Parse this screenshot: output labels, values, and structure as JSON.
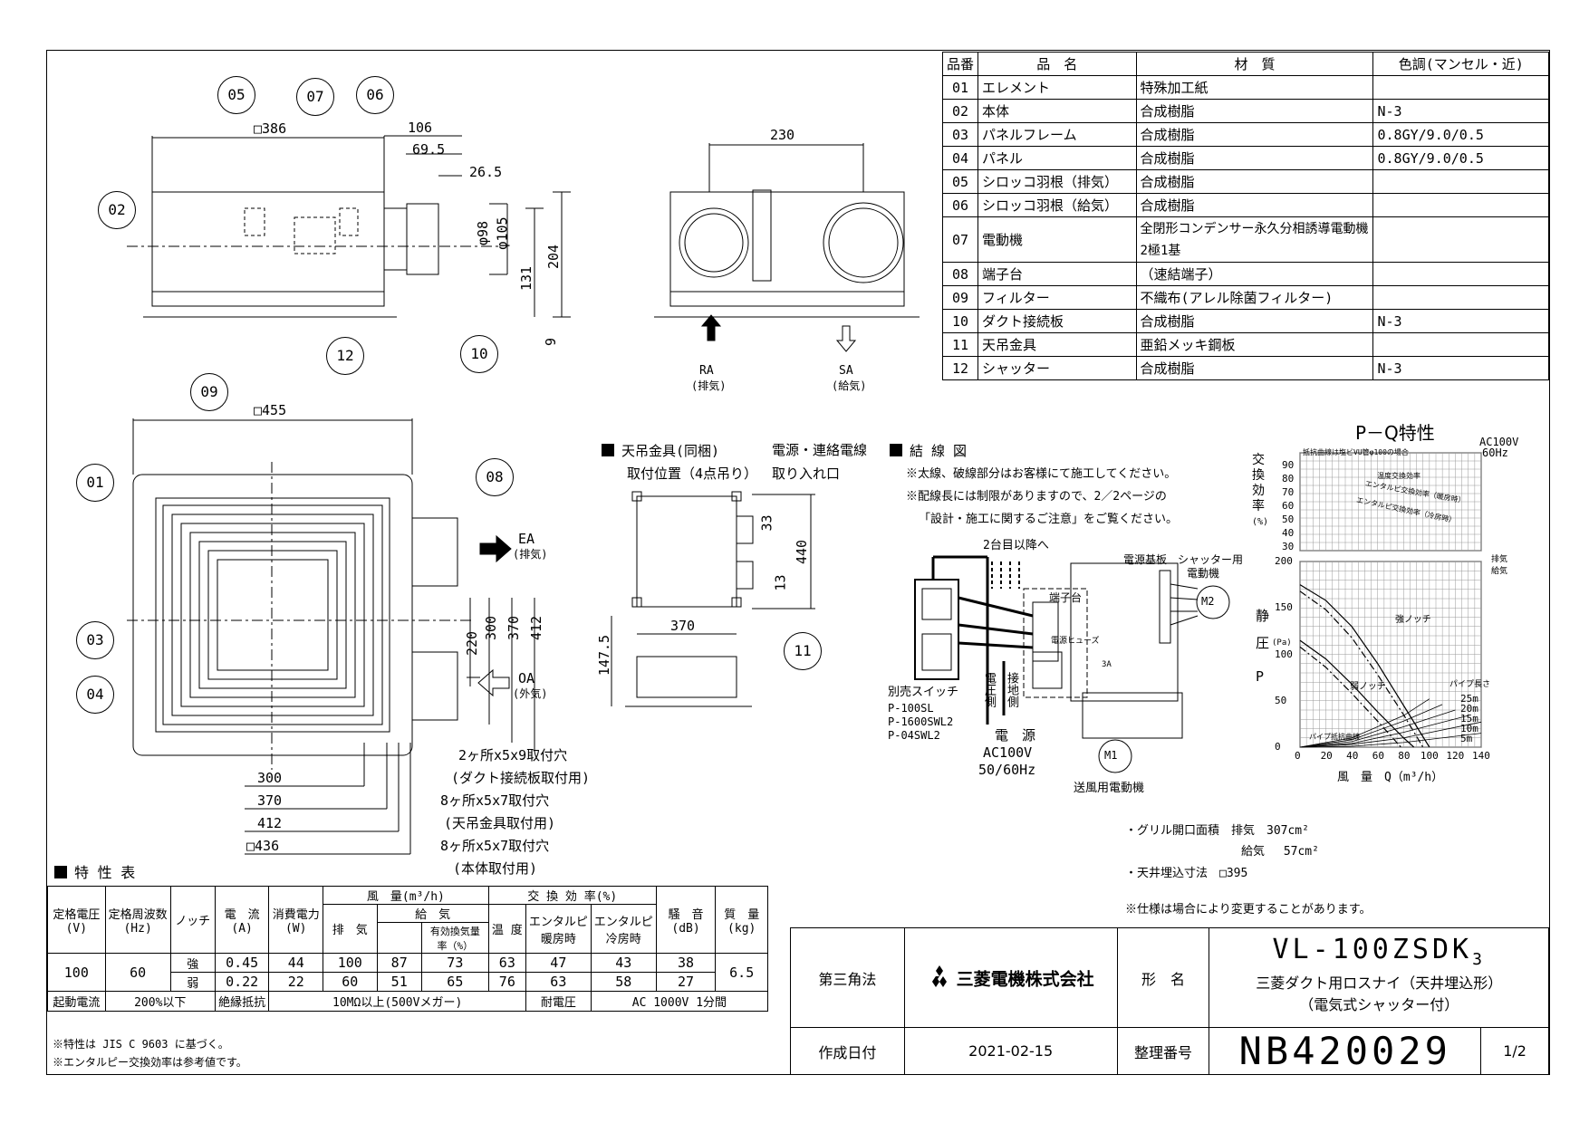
{
  "parts_table": {
    "headers": [
      "品番",
      "品　名",
      "材　質",
      "色調(マンセル・近)"
    ],
    "rows": [
      {
        "no": "01",
        "name": "エレメント",
        "material": "特殊加工紙",
        "color": ""
      },
      {
        "no": "02",
        "name": "本体",
        "material": "合成樹脂",
        "color": "N-3"
      },
      {
        "no": "03",
        "name": "パネルフレーム",
        "material": "合成樹脂",
        "color": "0.8GY/9.0/0.5"
      },
      {
        "no": "04",
        "name": "パネル",
        "material": "合成樹脂",
        "color": "0.8GY/9.0/0.5"
      },
      {
        "no": "05",
        "name": "シロッコ羽根（排気）",
        "material": "合成樹脂",
        "color": ""
      },
      {
        "no": "06",
        "name": "シロッコ羽根（給気）",
        "material": "合成樹脂",
        "color": ""
      },
      {
        "no": "07",
        "name": "電動機",
        "material": "全閉形コンデンサー永久分相誘導電動機",
        "material2": "2極1基",
        "color": ""
      },
      {
        "no": "08",
        "name": "端子台",
        "material": "（速結端子）",
        "color": ""
      },
      {
        "no": "09",
        "name": "フィルター",
        "material": "不織布(アレル除菌フィルター)",
        "color": ""
      },
      {
        "no": "10",
        "name": "ダクト接続板",
        "material": "合成樹脂",
        "color": "N-3"
      },
      {
        "no": "11",
        "name": "天吊金具",
        "material": "亜鉛メッキ鋼板",
        "color": ""
      },
      {
        "no": "12",
        "name": "シャッター",
        "material": "合成樹脂",
        "color": "N-3"
      }
    ]
  },
  "side_view": {
    "callouts": [
      "05",
      "07",
      "06",
      "02",
      "12",
      "10"
    ],
    "dims": [
      "□386",
      "106",
      "69.5",
      "26.5",
      "φ98",
      "φ105",
      "131",
      "204",
      "9"
    ]
  },
  "front_view": {
    "dims": [
      "230"
    ],
    "ra_label": "RA",
    "ra_sub": "(排気)",
    "sa_label": "SA",
    "sa_sub": "(給気)"
  },
  "plan_view": {
    "callouts": [
      "09",
      "01",
      "08",
      "03",
      "04"
    ],
    "dims": [
      "□455",
      "220",
      "300",
      "370",
      "412",
      "300",
      "370",
      "412",
      "□436"
    ],
    "ea_label": "EA",
    "ea_sub": "(排気)",
    "oa_label": "OA",
    "oa_sub": "(外気)",
    "notes": [
      "2ヶ所x5x9取付穴",
      "(ダクト接続板取付用)",
      "8ヶ所x5x7取付穴",
      "(天吊金具取付用)",
      "8ヶ所x5x7取付穴",
      "(本体取付用)"
    ]
  },
  "hanger": {
    "title": "天吊金具(同梱)",
    "title2": "取付位置（4点吊り）",
    "cable_label": "電源・連絡電線",
    "cable_label2": "取り入れ口",
    "dims": [
      "33",
      "440",
      "13",
      "370",
      "147.5"
    ],
    "callout": "11"
  },
  "wiring": {
    "title": "結 線 図",
    "note1": "※太線、破線部分はお客様にて施工してください。",
    "note2": "※配線長には制限がありますので、2／2ページの",
    "note3": "「設計・施工に関するご注意」をご覧ください。",
    "second_unit": "2台目以降へ",
    "power_board": "電源基板",
    "shutter_motor": "シャッター用",
    "shutter_motor2": "電動機",
    "terminal": "端子台",
    "fuse": "電源ヒューズ",
    "fuse_val": "3A",
    "switch_label": "別売スイッチ",
    "switch_models": [
      "P-100SL",
      "P-1600SWL2",
      "P-04SWL2"
    ],
    "power": "電　源",
    "power_v": "AC100V",
    "power_hz": "50/60Hz",
    "fan_motor": "送風用電動機",
    "m1": "M1",
    "m2": "M2",
    "side_labels": [
      "電圧側",
      "接地側"
    ]
  },
  "pq_chart": {
    "title": "P－Q特性",
    "power": "AC100V",
    "freq": "60Hz",
    "efficiency_label": [
      "交",
      "換",
      "効",
      "率",
      "(%)"
    ],
    "eff_note": "抵抗曲線は塩ビVU管φ100の場合",
    "eff_series": [
      "温度交換効率",
      "エンタルピ交換効率（暖房時）",
      "エンタルピ交換効率（冷房時）"
    ],
    "pressure_label": [
      "静",
      "圧",
      "(Pa)",
      "P"
    ],
    "xlabel": "風　量　Q（m³/h）",
    "legend": [
      "排気",
      "給気"
    ],
    "pipe_label": "パイプ長さ",
    "curve_labels": [
      "強ノッチ",
      "弱ノッチ",
      "パイプ抵抗曲線"
    ]
  },
  "chart_data": {
    "type": "line",
    "title": "P－Q特性",
    "xlabel": "風　量　Q（m³/h）",
    "ylabel": "静圧(Pa)",
    "x_ticks": [
      0,
      20,
      40,
      60,
      80,
      100,
      120,
      140
    ],
    "y_ticks": [
      0,
      50,
      100,
      150,
      200
    ],
    "eff_ticks": [
      30,
      40,
      50,
      60,
      70,
      80,
      90
    ],
    "xlim": [
      0,
      140
    ],
    "ylim": [
      0,
      200
    ],
    "series": [
      {
        "name": "強ノッチ",
        "style": "solid",
        "x": [
          0,
          20,
          40,
          60,
          80,
          100
        ],
        "y": [
          175,
          158,
          130,
          90,
          45,
          0
        ]
      },
      {
        "name": "強ノッチ",
        "style": "dashed",
        "x": [
          0,
          20,
          40,
          60,
          80,
          95
        ],
        "y": [
          168,
          148,
          118,
          78,
          35,
          0
        ]
      },
      {
        "name": "弱ノッチ",
        "style": "solid",
        "x": [
          0,
          20,
          40,
          60,
          80,
          88
        ],
        "y": [
          115,
          95,
          68,
          38,
          10,
          0
        ]
      },
      {
        "name": "弱ノッチ",
        "style": "dashed",
        "x": [
          0,
          20,
          40,
          60,
          78
        ],
        "y": [
          108,
          86,
          58,
          28,
          0
        ]
      }
    ],
    "pipe_lengths": [
      "25m",
      "20m",
      "15m",
      "10m",
      "5m"
    ],
    "pipe_curves": [
      {
        "x": [
          0,
          40,
          80,
          100
        ],
        "y": [
          0,
          10,
          34,
          52
        ]
      },
      {
        "x": [
          0,
          40,
          80,
          110
        ],
        "y": [
          0,
          8,
          28,
          46
        ]
      },
      {
        "x": [
          0,
          40,
          80,
          120
        ],
        "y": [
          0,
          6,
          22,
          40
        ]
      },
      {
        "x": [
          0,
          40,
          80,
          130
        ],
        "y": [
          0,
          4,
          16,
          34
        ]
      },
      {
        "x": [
          0,
          40,
          80,
          140
        ],
        "y": [
          0,
          3,
          10,
          27
        ]
      },
      {
        "x": [
          0,
          40,
          80,
          140
        ],
        "y": [
          0,
          1,
          5,
          15
        ]
      }
    ]
  },
  "grille_notes": {
    "line1": "・グリル開口面積　排気　307cm²",
    "line2": "給気　 57cm²",
    "line3": "・天井埋込寸法　□395",
    "line4": "※仕様は場合により変更することがあります。"
  },
  "spec_table": {
    "title": "特 性 表",
    "h_voltage": "定格電圧",
    "h_voltage_u": "(V)",
    "h_freq": "定格周波数",
    "h_freq_u": "(Hz)",
    "h_notch": "ノッチ",
    "h_current": "電　流",
    "h_current_u": "(A)",
    "h_power": "消費電力",
    "h_power_u": "(W)",
    "h_flow": "風　量(m³/h)",
    "h_exhaust": "排　気",
    "h_supply": "給　気",
    "h_eff_vent": "有効換気量",
    "h_eff_vent2": "率（%）",
    "h_exch": "交 換 効 率(%)",
    "h_temp": "温 度",
    "h_ent_heat": "エンタルピ",
    "h_ent_heat2": "暖房時",
    "h_ent_cool": "エンタルピ",
    "h_ent_cool2": "冷房時",
    "h_noise": "騒　音",
    "h_noise_u": "(dB)",
    "h_mass": "質　量",
    "h_mass_u": "(kg)",
    "voltage": "100",
    "freq": "60",
    "mass": "6.5",
    "rows": [
      {
        "notch": "強",
        "current": "0.45",
        "power": "44",
        "exhaust": "100",
        "supply": "87",
        "eff": "73",
        "temp": "63",
        "heat": "47",
        "cool": "43",
        "noise": "38"
      },
      {
        "notch": "弱",
        "current": "0.22",
        "power": "22",
        "exhaust": "60",
        "supply": "51",
        "eff": "65",
        "temp": "76",
        "heat": "63",
        "cool": "58",
        "noise": "27"
      }
    ],
    "f_start": "起動電流",
    "f_start_v": "200%以下",
    "f_ins": "絶縁抵抗",
    "f_ins_v": "10MΩ以上(500Vメガー)",
    "f_withstand": "耐電圧",
    "f_withstand_v": "AC 1000V 1分間",
    "note1": "※特性は JIS C 9603 に基づく。",
    "note2": "※エンタルピー交換効率は参考値です。"
  },
  "title_block": {
    "projection": "第三角法",
    "company": "三菱電機株式会社",
    "model_label": "形　名",
    "model": "VL-100ZSDK",
    "model_sub": "3",
    "desc1": "三菱ダクト用ロスナイ（天井埋込形）",
    "desc2": "（電気式シャッター付）",
    "date_label": "作成日付",
    "date": "2021-02-15",
    "ref_label": "整理番号",
    "ref": "NB420029",
    "page": "1/2"
  }
}
